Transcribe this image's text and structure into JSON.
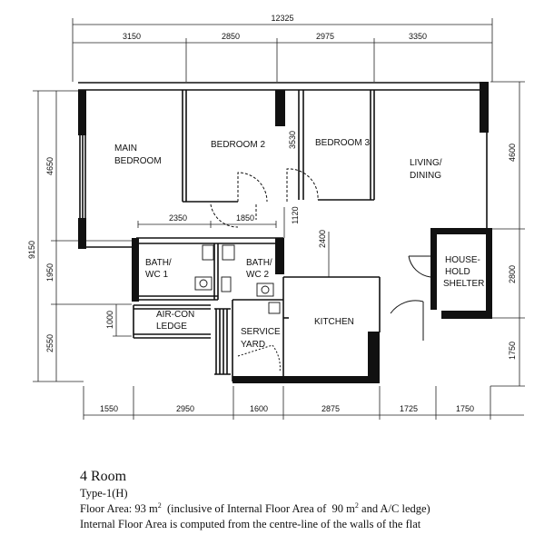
{
  "dimensions": {
    "top_total": "12325",
    "top": [
      "3150",
      "2850",
      "2975",
      "3350"
    ],
    "bottom": [
      "1550",
      "2950",
      "1600",
      "2875",
      "1725",
      "1750"
    ],
    "left_total": "9150",
    "left": [
      "4650",
      "1950",
      "2550"
    ],
    "right": [
      "4600",
      "2800",
      "1750"
    ],
    "inner": {
      "bath_width_1": "2350",
      "bath_width_2": "1850",
      "corridor": "1120",
      "bedroom3_depth": "3530",
      "kitchen_depth": "2400",
      "aircon_depth": "1000"
    }
  },
  "rooms": {
    "main_bedroom": [
      "MAIN",
      "BEDROOM"
    ],
    "bedroom2": [
      "BEDROOM 2"
    ],
    "bedroom3": [
      "BEDROOM 3"
    ],
    "living": [
      "LIVING/",
      "DINING"
    ],
    "bath1": [
      "BATH/",
      "WC 1"
    ],
    "bath2": [
      "BATH/",
      "WC 2"
    ],
    "household_shelter": [
      "HOUSE-",
      "HOLD",
      "SHELTER"
    ],
    "aircon_ledge": [
      "AIR-CON",
      "LEDGE"
    ],
    "service_yard": [
      "SERVICE",
      "YARD"
    ],
    "kitchen": [
      "KITCHEN"
    ]
  },
  "caption": {
    "title": "4 Room",
    "type": "Type-1(H)",
    "floor_area_prefix": "Floor Area: 93 m",
    "floor_area_mid": "  (inclusive of Internal Floor Area of  90 m",
    "floor_area_suffix": " and A/C ledge)",
    "superscript": "2",
    "internal_note": "Internal Floor Area is computed from the centre-line of the walls of the flat"
  }
}
